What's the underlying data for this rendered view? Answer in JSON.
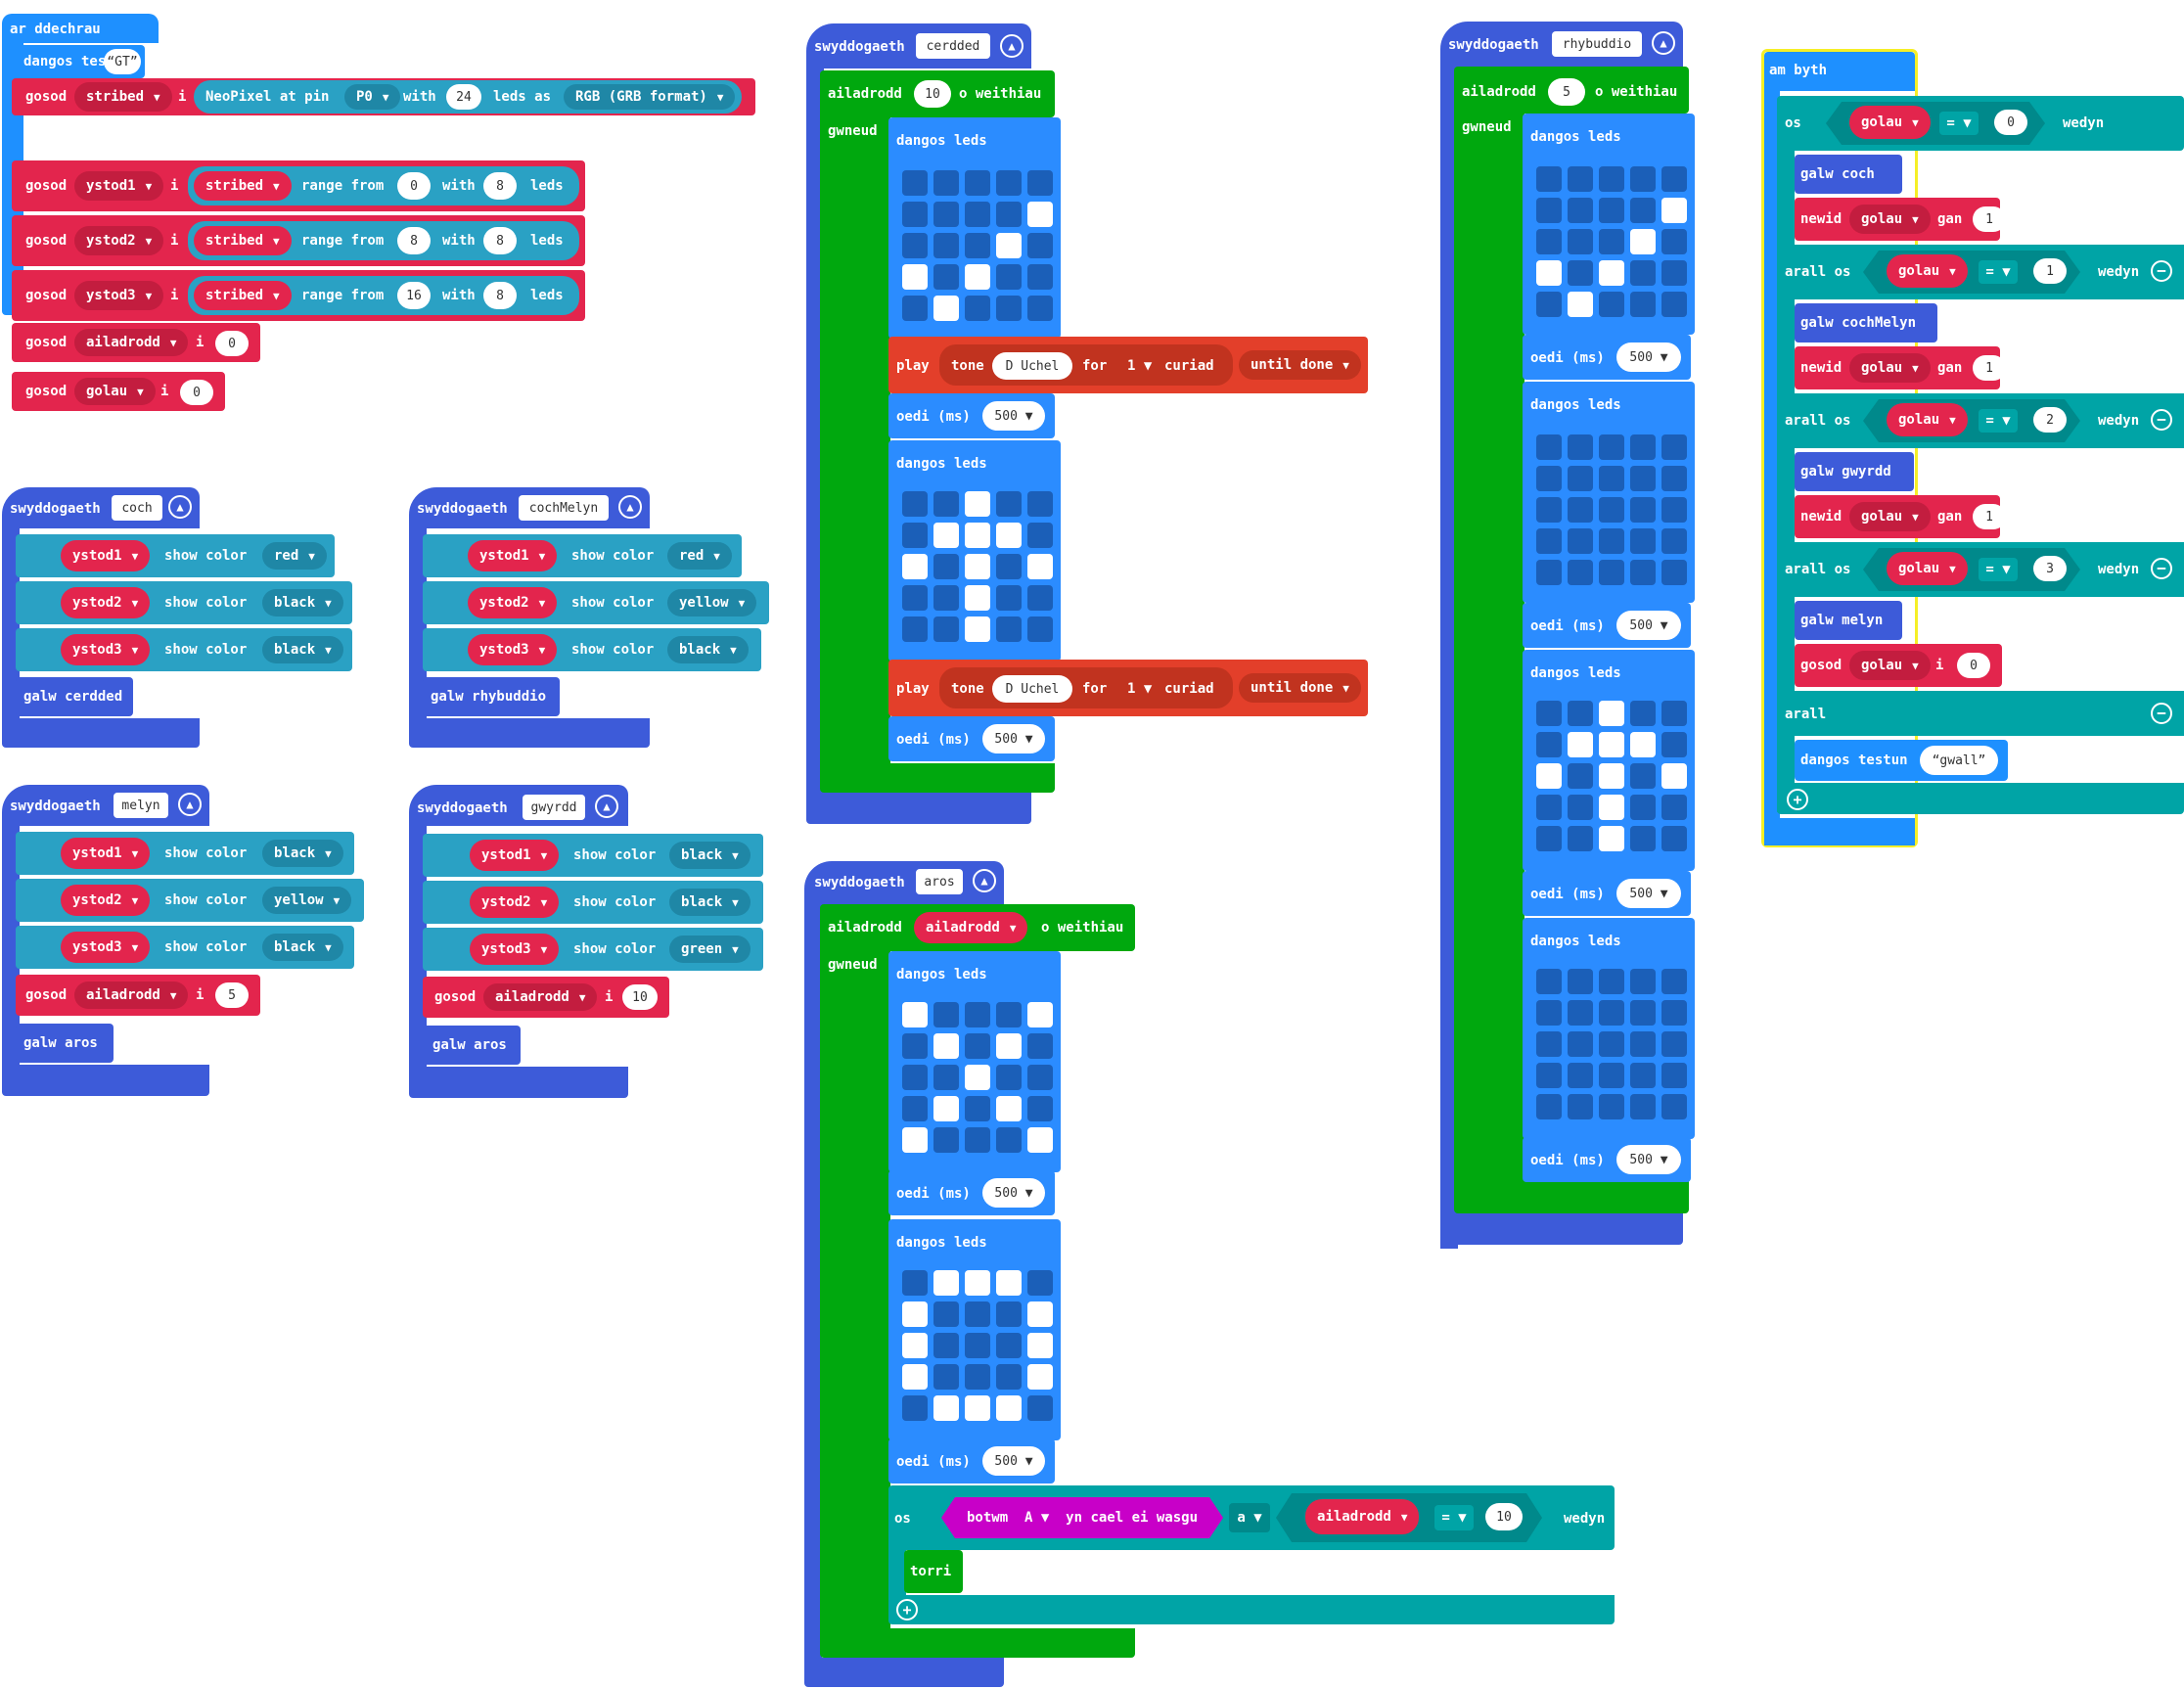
{
  "colors": {
    "func": "#3d5bd9",
    "basic": "#1e90ff",
    "led": "#2b8cff",
    "neo": "#2aa1c4",
    "var": "#e3254d",
    "loop": "#00a80e",
    "logic": "#00a4a6",
    "music": "#e33f2a",
    "input": "#c800c8",
    "highlight": "#f5ef26"
  },
  "icons": {
    "collapse": "collapse-arrow-icon",
    "dropdown": "dropdown-caret-icon",
    "plus": "plus-icon",
    "minus": "minus-icon"
  },
  "onstart": {
    "hat": "ar ddechrau",
    "show_string": "dangos testun",
    "gt": "GT",
    "set": "gosod",
    "to": "i",
    "striped": "stribed",
    "neopixel": "NeoPixel at pin",
    "pin": "P0",
    "with": "with",
    "n24": "24",
    "leds_as": "leds as",
    "rgb": "RGB (GRB format)",
    "ystod1": "ystod1",
    "ystod2": "ystod2",
    "ystod3": "ystod3",
    "range_from": "range from",
    "leds": "leds",
    "n0": "0",
    "n8": "8",
    "n16": "16",
    "ailadrodd": "ailadrodd",
    "golau": "golau"
  },
  "fn_coch": {
    "kw": "swyddogaeth",
    "name": "coch",
    "r1": "ystod1",
    "r2": "ystod2",
    "r3": "ystod3",
    "show": "show color",
    "c1": "red",
    "c2": "black",
    "c3": "black",
    "call": "galw cerdded"
  },
  "fn_cochMelyn": {
    "kw": "swyddogaeth",
    "name": "cochMelyn",
    "r1": "ystod1",
    "r2": "ystod2",
    "r3": "ystod3",
    "show": "show color",
    "c1": "red",
    "c2": "yellow",
    "c3": "black",
    "call": "galw rhybuddio"
  },
  "fn_melyn": {
    "kw": "swyddogaeth",
    "name": "melyn",
    "r1": "ystod1",
    "r2": "ystod2",
    "r3": "ystod3",
    "show": "show color",
    "c1": "black",
    "c2": "yellow",
    "c3": "black",
    "set": "gosod",
    "var": "ailadrodd",
    "to": "i",
    "val": "5",
    "call": "galw aros"
  },
  "fn_gwyrdd": {
    "kw": "swyddogaeth",
    "name": "gwyrdd",
    "r1": "ystod1",
    "r2": "ystod2",
    "r3": "ystod3",
    "show": "show color",
    "c1": "black",
    "c2": "black",
    "c3": "green",
    "set": "gosod",
    "var": "ailadrodd",
    "to": "i",
    "val": "10",
    "call": "galw aros"
  },
  "fn_cerdded": {
    "kw": "swyddogaeth",
    "name": "cerdded",
    "repeat": "ailadrodd",
    "times_val": "10",
    "times": "o weithiau",
    "do": "gwneud",
    "show_leds": "dangos leds",
    "play": "play",
    "tone": "tone",
    "note": "D Uchel",
    "for": "for",
    "beat": "1",
    "beats": "curiad",
    "until": "until done",
    "pause": "oedi (ms)",
    "pause_val": "500",
    "grid1": [
      [
        0,
        0,
        0,
        0,
        0
      ],
      [
        0,
        0,
        0,
        0,
        1
      ],
      [
        0,
        0,
        0,
        1,
        0
      ],
      [
        1,
        0,
        1,
        0,
        0
      ],
      [
        0,
        1,
        0,
        0,
        0
      ]
    ],
    "grid2": [
      [
        0,
        0,
        1,
        0,
        0
      ],
      [
        0,
        1,
        1,
        1,
        0
      ],
      [
        1,
        0,
        1,
        0,
        1
      ],
      [
        0,
        0,
        1,
        0,
        0
      ],
      [
        0,
        0,
        1,
        0,
        0
      ]
    ]
  },
  "fn_rhybuddio": {
    "kw": "swyddogaeth",
    "name": "rhybuddio",
    "repeat": "ailadrodd",
    "times_val": "5",
    "times": "o weithiau",
    "do": "gwneud",
    "show_leds": "dangos leds",
    "pause": "oedi (ms)",
    "pause_val": "500",
    "grid1": [
      [
        0,
        0,
        0,
        0,
        0
      ],
      [
        0,
        0,
        0,
        0,
        1
      ],
      [
        0,
        0,
        0,
        1,
        0
      ],
      [
        1,
        0,
        1,
        0,
        0
      ],
      [
        0,
        1,
        0,
        0,
        0
      ]
    ],
    "grid2": [
      [
        0,
        0,
        0,
        0,
        0
      ],
      [
        0,
        0,
        0,
        0,
        0
      ],
      [
        0,
        0,
        0,
        0,
        0
      ],
      [
        0,
        0,
        0,
        0,
        0
      ],
      [
        0,
        0,
        0,
        0,
        0
      ]
    ],
    "grid3": [
      [
        0,
        0,
        1,
        0,
        0
      ],
      [
        0,
        1,
        1,
        1,
        0
      ],
      [
        1,
        0,
        1,
        0,
        1
      ],
      [
        0,
        0,
        1,
        0,
        0
      ],
      [
        0,
        0,
        1,
        0,
        0
      ]
    ],
    "grid4": [
      [
        0,
        0,
        0,
        0,
        0
      ],
      [
        0,
        0,
        0,
        0,
        0
      ],
      [
        0,
        0,
        0,
        0,
        0
      ],
      [
        0,
        0,
        0,
        0,
        0
      ],
      [
        0,
        0,
        0,
        0,
        0
      ]
    ]
  },
  "fn_aros": {
    "kw": "swyddogaeth",
    "name": "aros",
    "repeat": "ailadrodd",
    "var": "ailadrodd",
    "times": "o weithiau",
    "do": "gwneud",
    "show_leds": "dangos leds",
    "pause": "oedi (ms)",
    "pause_val": "500",
    "grid1": [
      [
        1,
        0,
        0,
        0,
        1
      ],
      [
        0,
        1,
        0,
        1,
        0
      ],
      [
        0,
        0,
        1,
        0,
        0
      ],
      [
        0,
        1,
        0,
        1,
        0
      ],
      [
        1,
        0,
        0,
        0,
        1
      ]
    ],
    "grid2": [
      [
        0,
        1,
        1,
        1,
        0
      ],
      [
        1,
        0,
        0,
        0,
        1
      ],
      [
        1,
        0,
        0,
        0,
        1
      ],
      [
        1,
        0,
        0,
        0,
        1
      ],
      [
        0,
        1,
        1,
        1,
        0
      ]
    ],
    "if": "os",
    "button": "botwm",
    "btn": "A",
    "pressed": "yn cael ei wasgu",
    "and": "a",
    "eq": "=",
    "val": "10",
    "then": "wedyn",
    "break": "torri"
  },
  "forever": {
    "hat": "am byth",
    "if": "os",
    "var": "golau",
    "eq": "=",
    "then": "wedyn",
    "elif": "arall os",
    "else": "arall",
    "v0": "0",
    "v1": "1",
    "v2": "2",
    "v3": "3",
    "call_coch": "galw coch",
    "call_cochMelyn": "galw cochMelyn",
    "call_gwyrdd": "galw gwyrdd",
    "call_melyn": "galw melyn",
    "change": "newid",
    "by": "gan",
    "one": "1",
    "set": "gosod",
    "to": "i",
    "zero": "0",
    "show_string": "dangos testun",
    "gwall": "gwall"
  }
}
